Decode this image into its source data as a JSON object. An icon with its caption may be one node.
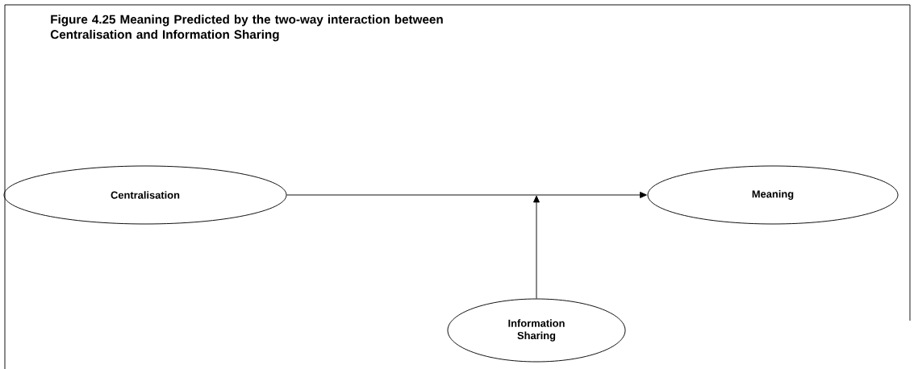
{
  "diagram": {
    "title": "Figure 4.25  Meaning Predicted by the two-way interaction between Centralisation and Information Sharing",
    "nodes": [
      {
        "text": [
          "Centralisation"
        ]
      },
      {
        "text": [
          "Meaning"
        ]
      },
      {
        "text": [
          "Information Sharing"
        ]
      }
    ],
    "edges": [
      {
        "from": 0,
        "to": 1,
        "arrow": "to"
      },
      {
        "from": 2,
        "to": null,
        "arrow": "to"
      }
    ]
  }
}
